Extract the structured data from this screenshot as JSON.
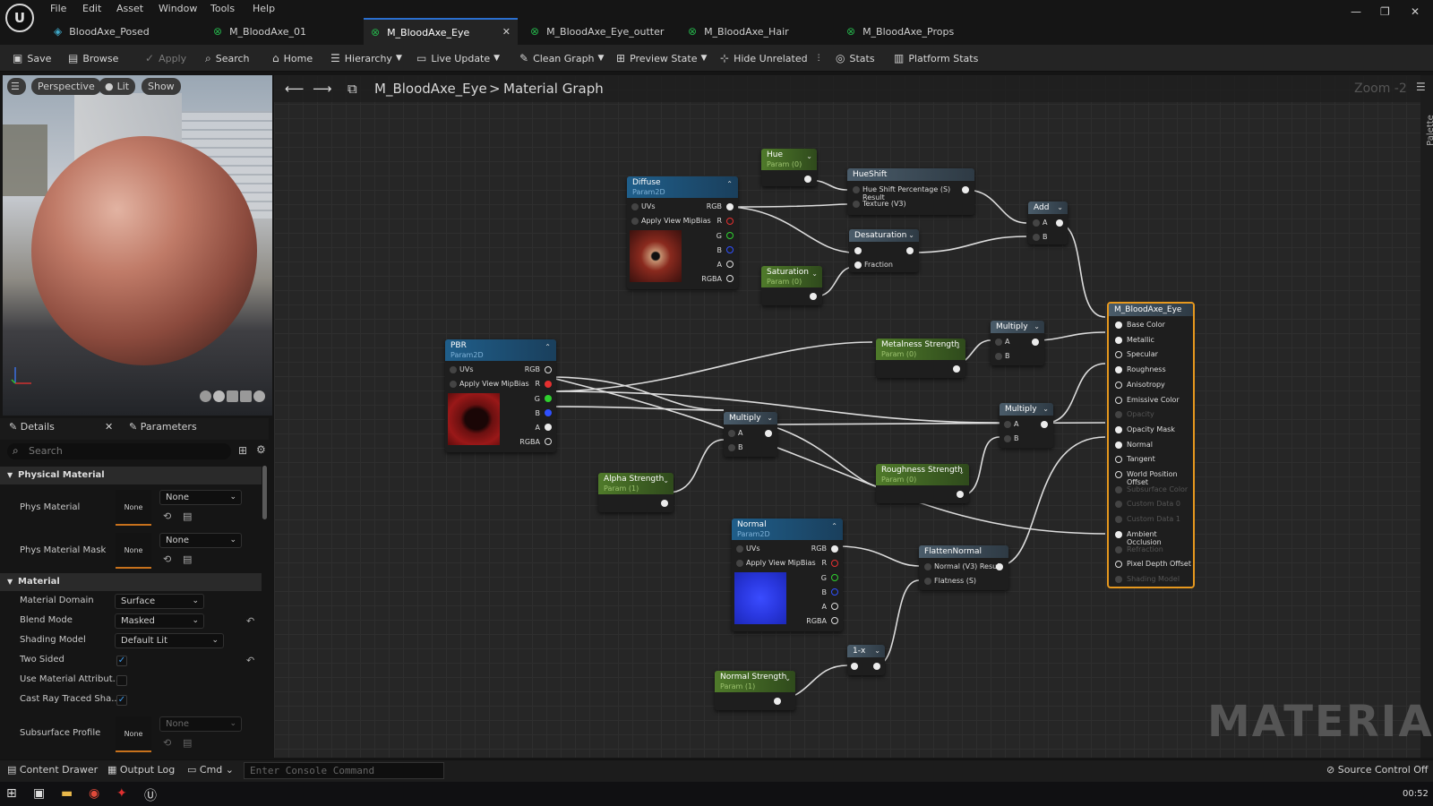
{
  "menu": [
    "File",
    "Edit",
    "Asset",
    "Window",
    "Tools",
    "Help"
  ],
  "window_controls": {
    "minimize": "—",
    "restore": "❐",
    "close": "✕"
  },
  "tabs": [
    {
      "label": "BloodAxe_Posed",
      "active": false
    },
    {
      "label": "M_BloodAxe_01",
      "active": false
    },
    {
      "label": "M_BloodAxe_Eye",
      "active": true
    },
    {
      "label": "M_BloodAxe_Eye_outter",
      "active": false
    },
    {
      "label": "M_BloodAxe_Hair",
      "active": false
    },
    {
      "label": "M_BloodAxe_Props",
      "active": false
    }
  ],
  "toolbar": {
    "save": "Save",
    "browse": "Browse",
    "apply": "Apply",
    "search": "Search",
    "home": "Home",
    "hierarchy": "Hierarchy",
    "live_update": "Live Update",
    "clean_graph": "Clean Graph",
    "preview_state": "Preview State",
    "hide_unrelated": "Hide Unrelated",
    "stats": "Stats",
    "platform_stats": "Platform Stats"
  },
  "viewport": {
    "perspective": "Perspective",
    "lit": "Lit",
    "show": "Show"
  },
  "details": {
    "tab_details": "Details",
    "tab_parameters": "Parameters",
    "search_placeholder": "Search",
    "sections": {
      "physical_material": "Physical Material",
      "material": "Material"
    },
    "phys_material": {
      "label": "Phys Material",
      "thumb": "None",
      "value": "None"
    },
    "phys_material_mask": {
      "label": "Phys Material Mask",
      "thumb": "None",
      "value": "None"
    },
    "material_domain": {
      "label": "Material Domain",
      "value": "Surface"
    },
    "blend_mode": {
      "label": "Blend Mode",
      "value": "Masked"
    },
    "shading_model": {
      "label": "Shading Model",
      "value": "Default Lit"
    },
    "two_sided": {
      "label": "Two Sided",
      "checked": true
    },
    "use_material_attributes": {
      "label": "Use Material Attribut...",
      "checked": false
    },
    "cast_ray_traced": {
      "label": "Cast Ray Traced Sha...",
      "checked": true
    },
    "subsurface_profile": {
      "label": "Subsurface Profile",
      "thumb": "None",
      "value": "None"
    }
  },
  "graph": {
    "breadcrumb_asset": "M_BloodAxe_Eye",
    "breadcrumb_sep": ">",
    "breadcrumb_page": "Material Graph",
    "zoom": "Zoom -2",
    "palette": "Palette",
    "watermark": "MATERIAL",
    "nodes": {
      "hue": {
        "title": "Hue",
        "sub": "Param (0)"
      },
      "hueshift": {
        "title": "HueShift",
        "pins": [
          "Hue Shift Percentage (S) Result",
          "Texture (V3)"
        ]
      },
      "diffuse": {
        "title": "Diffuse",
        "sub": "Param2D",
        "pins": [
          "UVs",
          "RGB",
          "Apply View MipBias",
          "R",
          "G",
          "B",
          "A",
          "RGBA"
        ]
      },
      "desaturation": {
        "title": "Desaturation",
        "pins": [
          "Fraction"
        ]
      },
      "saturation": {
        "title": "Saturation",
        "sub": "Param (0)"
      },
      "add": {
        "title": "Add",
        "pins": [
          "A",
          "B"
        ]
      },
      "pbr": {
        "title": "PBR",
        "sub": "Param2D",
        "pins": [
          "UVs",
          "RGB",
          "Apply View MipBias",
          "R",
          "G",
          "B",
          "A",
          "RGBA"
        ]
      },
      "metalness": {
        "title": "Metalness Strength",
        "sub": "Param (0)"
      },
      "multiply1": {
        "title": "Multiply",
        "pins": [
          "A",
          "B"
        ]
      },
      "multiply2": {
        "title": "Multiply",
        "pins": [
          "A",
          "B"
        ]
      },
      "multiply3": {
        "title": "Multiply",
        "pins": [
          "A",
          "B"
        ]
      },
      "alpha": {
        "title": "Alpha Strength",
        "sub": "Param (1)"
      },
      "roughness": {
        "title": "Roughness Strength",
        "sub": "Param (0)"
      },
      "normal": {
        "title": "Normal",
        "sub": "Param2D",
        "pins": [
          "UVs",
          "RGB",
          "Apply View MipBias",
          "R",
          "G",
          "B",
          "A",
          "RGBA"
        ]
      },
      "flatten": {
        "title": "FlattenNormal",
        "pins": [
          "Normal (V3) Result",
          "Flatness (S)"
        ]
      },
      "oneminus": {
        "title": "1-x"
      },
      "normal_strength": {
        "title": "Normal Strength",
        "sub": "Param (1)"
      },
      "material": {
        "title": "M_BloodAxe_Eye",
        "inputs": [
          {
            "label": "Base Color",
            "active": true
          },
          {
            "label": "Metallic",
            "active": true
          },
          {
            "label": "Specular",
            "active": true
          },
          {
            "label": "Roughness",
            "active": true
          },
          {
            "label": "Anisotropy",
            "active": true
          },
          {
            "label": "Emissive Color",
            "active": true
          },
          {
            "label": "Opacity",
            "active": false
          },
          {
            "label": "Opacity Mask",
            "active": true
          },
          {
            "label": "Normal",
            "active": true
          },
          {
            "label": "Tangent",
            "active": true
          },
          {
            "label": "World Position Offset",
            "active": true
          },
          {
            "label": "Subsurface Color",
            "active": false
          },
          {
            "label": "Custom Data 0",
            "active": false
          },
          {
            "label": "Custom Data 1",
            "active": false
          },
          {
            "label": "Ambient Occlusion",
            "active": true
          },
          {
            "label": "Refraction",
            "active": false
          },
          {
            "label": "Pixel Depth Offset",
            "active": true
          },
          {
            "label": "Shading Model",
            "active": false
          }
        ]
      }
    }
  },
  "status": {
    "content_drawer": "Content Drawer",
    "output_log": "Output Log",
    "cmd": "Cmd",
    "console_placeholder": "Enter Console Command",
    "source_control": "Source Control Off"
  },
  "taskbar": {
    "time": "00:52"
  },
  "colors": {
    "accent": "#2a6fd0",
    "material_border": "#e6981e",
    "param_green": "#4f7a2a",
    "texture_blue": "#1f5e8a"
  }
}
